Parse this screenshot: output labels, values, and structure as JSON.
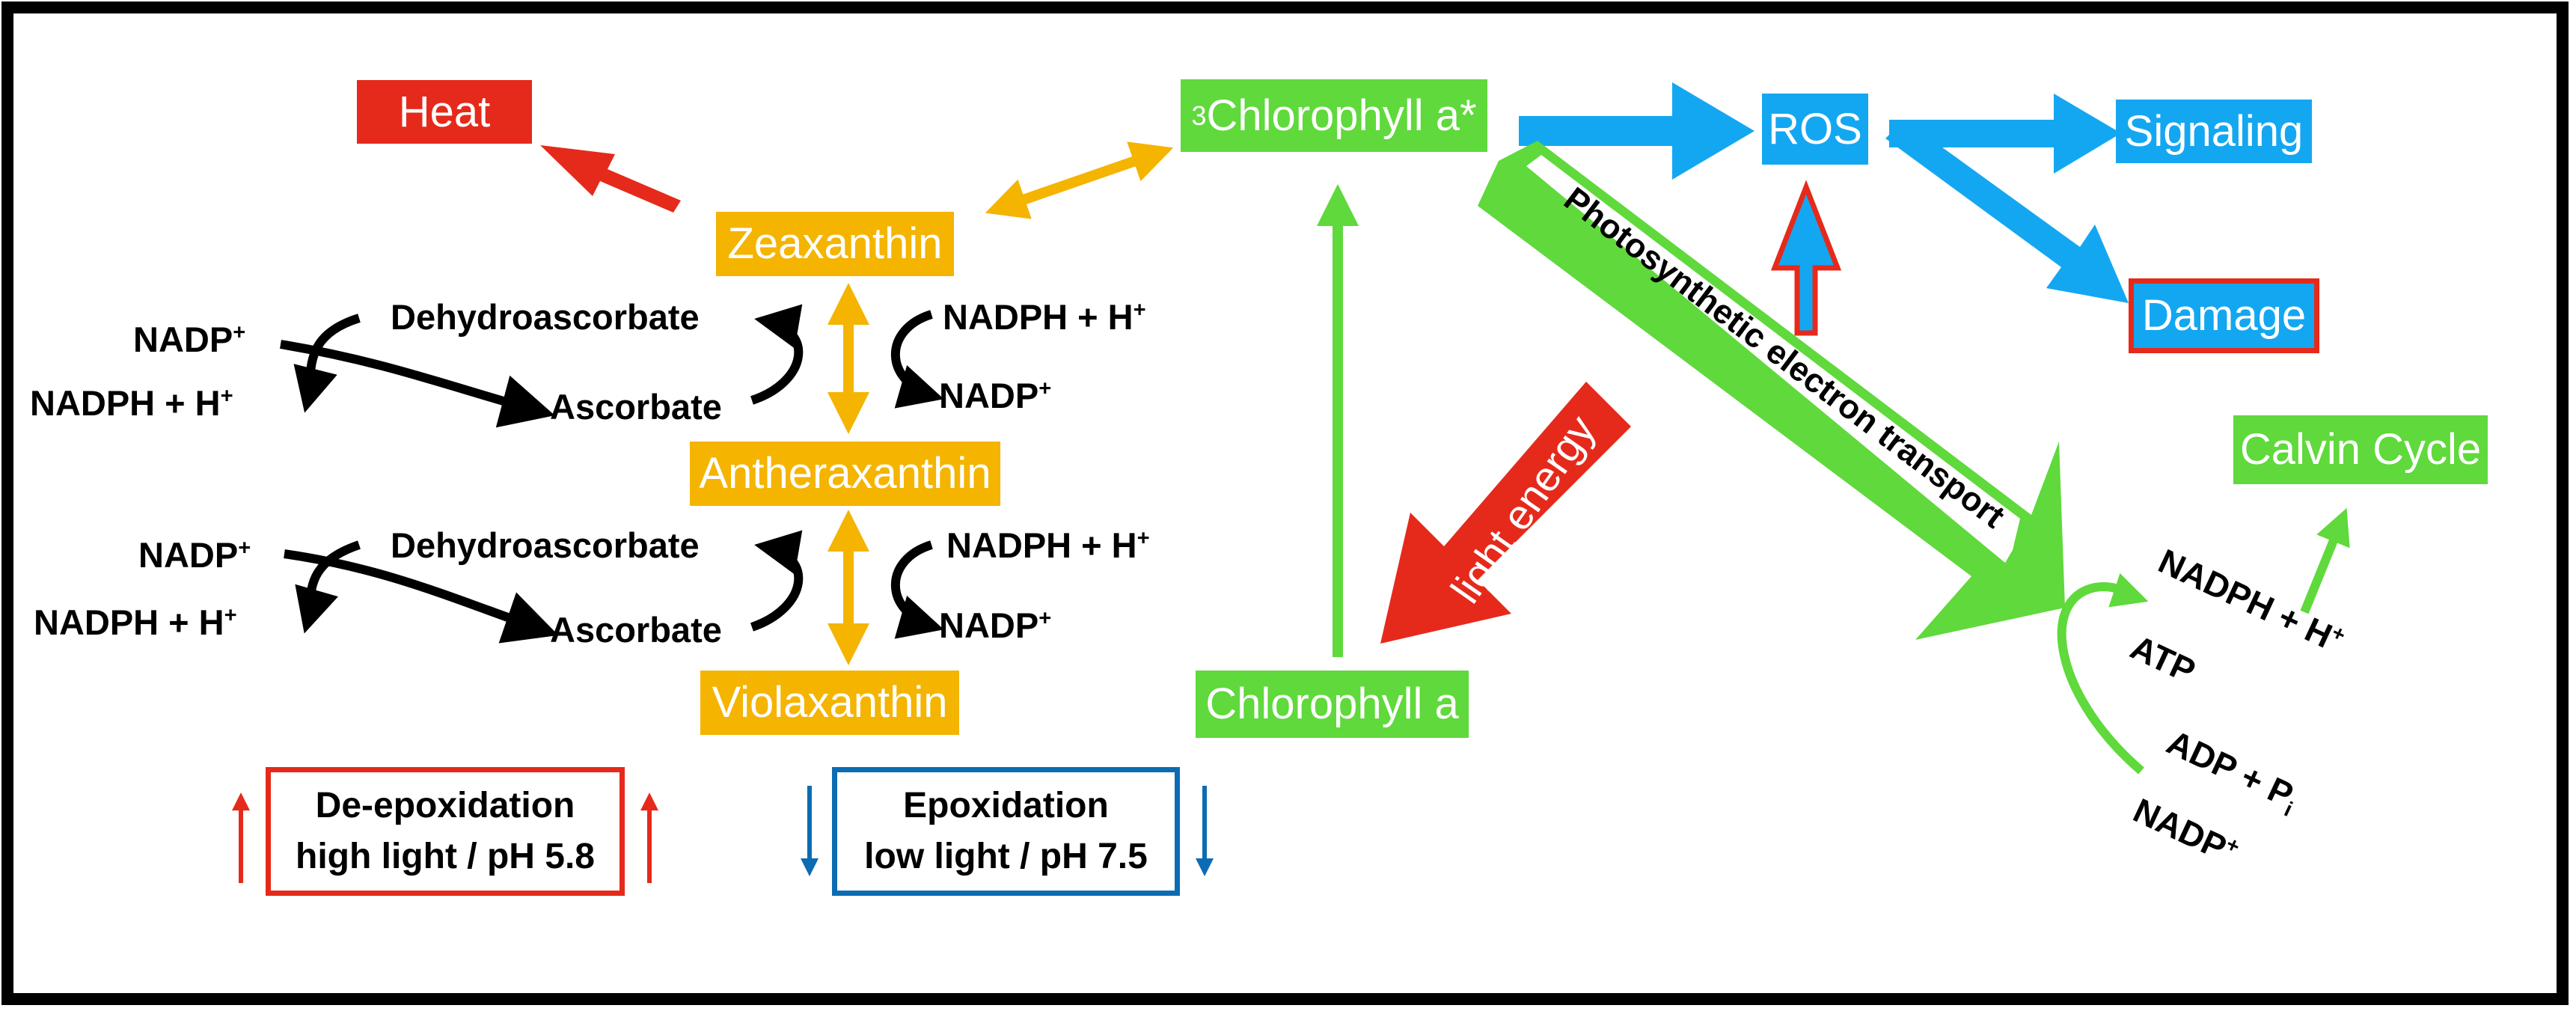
{
  "colors": {
    "red": "#e52a1b",
    "orange": "#f4b400",
    "green": "#5fd93b",
    "blue": "#14a7f1",
    "darkblue": "#0c6cb3",
    "black": "#000000"
  },
  "labels": {
    "heat": "Heat",
    "zeaxanthin": "Zeaxanthin",
    "antheraxanthin": "Antheraxanthin",
    "violaxanthin": "Violaxanthin",
    "chl_triplet_sup": "3",
    "chl_triplet": "Chlorophyll a*",
    "chlorophyll_a": "Chlorophyll a",
    "ros": "ROS",
    "signaling": "Signaling",
    "damage": "Damage",
    "calvin": "Calvin Cycle"
  },
  "cycle_upper": {
    "nadp": "NADP",
    "nadp_sup": "+",
    "nadph": "NADPH + H",
    "nadph_sup": "+",
    "dehydro": "Dehydroascorbate",
    "ascorbate": "Ascorbate",
    "r_nadph": "NADPH + H",
    "r_nadph_sup": "+",
    "r_nadp": "NADP",
    "r_nadp_sup": "+"
  },
  "cycle_lower": {
    "nadp": "NADP",
    "nadp_sup": "+",
    "nadph": "NADPH + H",
    "nadph_sup": "+",
    "dehydro": "Dehydroascorbate",
    "ascorbate": "Ascorbate",
    "r_nadph": "NADPH + H",
    "r_nadph_sup": "+",
    "r_nadp": "NADP",
    "r_nadp_sup": "+"
  },
  "legend": {
    "de_line1": "De-epoxidation",
    "de_line2": "high light / pH 5.8",
    "ep_line1": "Epoxidation",
    "ep_line2": "low light / pH 7.5"
  },
  "arrows": {
    "light_energy": "light energy",
    "electron_transport": "Photosynthetic electron transport"
  },
  "products": {
    "nadph": "NADPH  +  H",
    "nadph_sup": "+",
    "atp": "ATP",
    "adp": "ADP  +  P",
    "adp_sub": "i",
    "nadp": "NADP",
    "nadp_sup": "+"
  }
}
